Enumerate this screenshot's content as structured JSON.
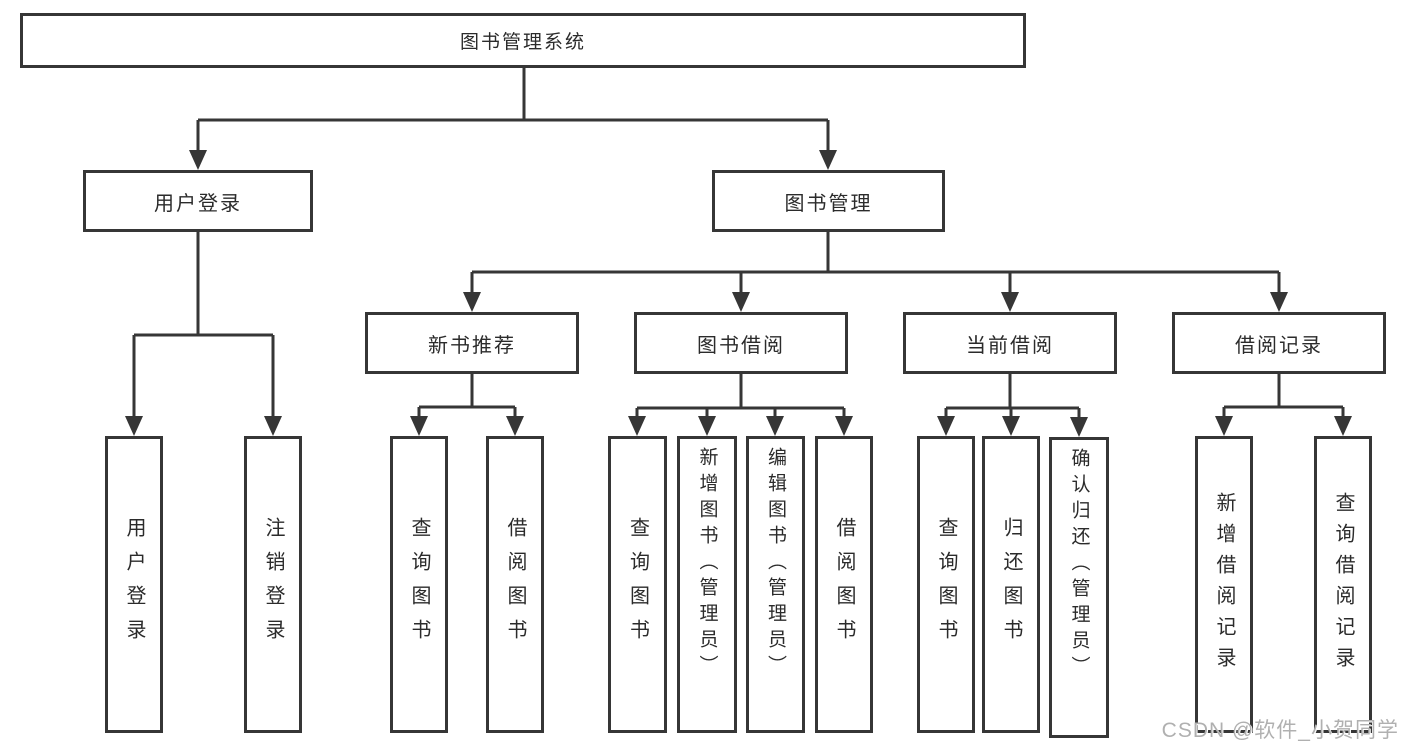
{
  "diagram": {
    "root": {
      "label": "图书管理系统"
    },
    "branches": [
      {
        "label": "用户登录",
        "children": [
          {
            "label": "用户登录"
          },
          {
            "label": "注销登录"
          }
        ]
      },
      {
        "label": "图书管理",
        "children": [
          {
            "label": "新书推荐",
            "children": [
              {
                "label": "查询图书"
              },
              {
                "label": "借阅图书"
              }
            ]
          },
          {
            "label": "图书借阅",
            "children": [
              {
                "label": "查询图书"
              },
              {
                "label": "新增图书（管理员）"
              },
              {
                "label": "编辑图书（管理员）"
              },
              {
                "label": "借阅图书"
              }
            ]
          },
          {
            "label": "当前借阅",
            "children": [
              {
                "label": "查询图书"
              },
              {
                "label": "归还图书"
              },
              {
                "label": "确认归还（管理员）"
              }
            ]
          },
          {
            "label": "借阅记录",
            "children": [
              {
                "label": "新增借阅记录"
              },
              {
                "label": "查询借阅记录"
              }
            ]
          }
        ]
      }
    ]
  },
  "colors": {
    "line": "#363636",
    "text": "#2b2b2b",
    "watermark": "#b0b0b0"
  },
  "watermark": "CSDN @软件_小贺同学"
}
